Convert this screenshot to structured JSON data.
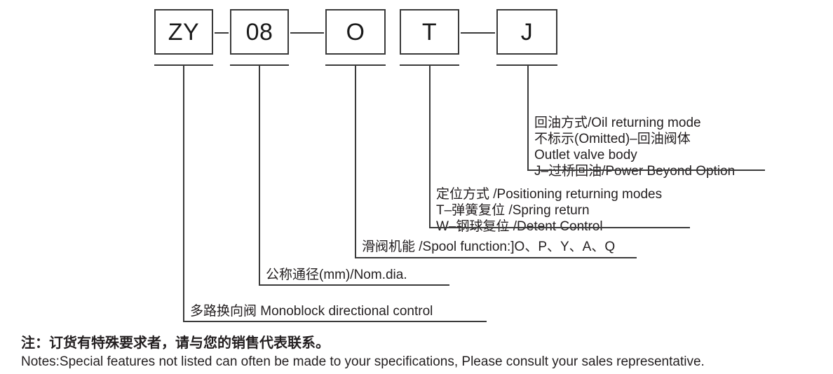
{
  "diagram": {
    "title_code": "ZY-08-OT-J",
    "boxes": [
      {
        "name": "series",
        "value": "ZY"
      },
      {
        "name": "nominal-diameter",
        "value": "08"
      },
      {
        "name": "spool-function",
        "value": "O"
      },
      {
        "name": "positioning-mode",
        "value": "T"
      },
      {
        "name": "oil-returning-mode",
        "value": "J"
      }
    ],
    "annotations": [
      {
        "key": "oil-returning-mode",
        "lines": [
          "回油方式/Oil returning mode",
          " 不标示(Omitted)–回油阀体",
          "Outlet valve body",
          "J–过桥回油/Power Beyond Option"
        ]
      },
      {
        "key": "positioning-mode",
        "lines": [
          "定位方式 /Positioning returning modes",
          "T–弹簧复位 /Spring return",
          "W–钢球复位 /Detent Control"
        ]
      },
      {
        "key": "spool-function",
        "lines": [
          "滑阀机能 /Spool function:]O、P、Y、A、Q"
        ]
      },
      {
        "key": "nominal-diameter",
        "lines": [
          "公称通径(mm)/Nom.dia."
        ]
      },
      {
        "key": "series",
        "lines": [
          "多路换向阀 Monoblock directional control"
        ]
      }
    ]
  },
  "footer": {
    "note_cn": "注：订货有特殊要求者，请与您的销售代表联系。",
    "note_en": "Notes:Special features not listed can often be made to your specifications, Please consult your sales representative."
  },
  "colors": {
    "line": "#3a3a3a",
    "text": "#231f20",
    "background": "#ffffff"
  }
}
